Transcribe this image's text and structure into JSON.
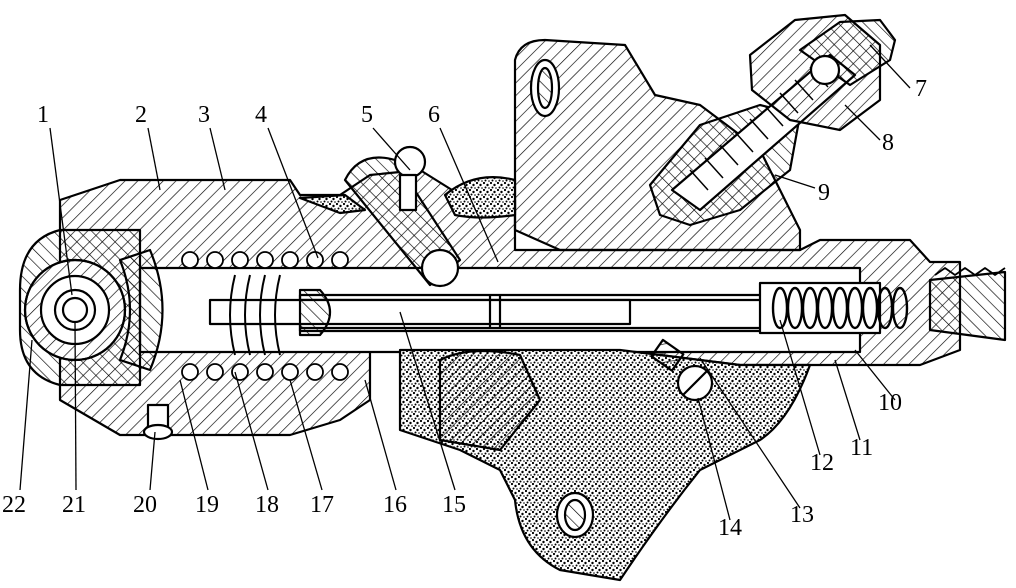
{
  "diagram": {
    "labels": {
      "1": "1",
      "2": "2",
      "3": "3",
      "4": "4",
      "5": "5",
      "6": "6",
      "7": "7",
      "8": "8",
      "9": "9",
      "10": "10",
      "11": "11",
      "12": "12",
      "13": "13",
      "14": "14",
      "15": "15",
      "16": "16",
      "17": "17",
      "18": "18",
      "19": "19",
      "20": "20",
      "21": "21",
      "22": "22"
    }
  },
  "colors": {
    "line": "#000000",
    "paper": "#ffffff",
    "stipple": "#000000"
  }
}
